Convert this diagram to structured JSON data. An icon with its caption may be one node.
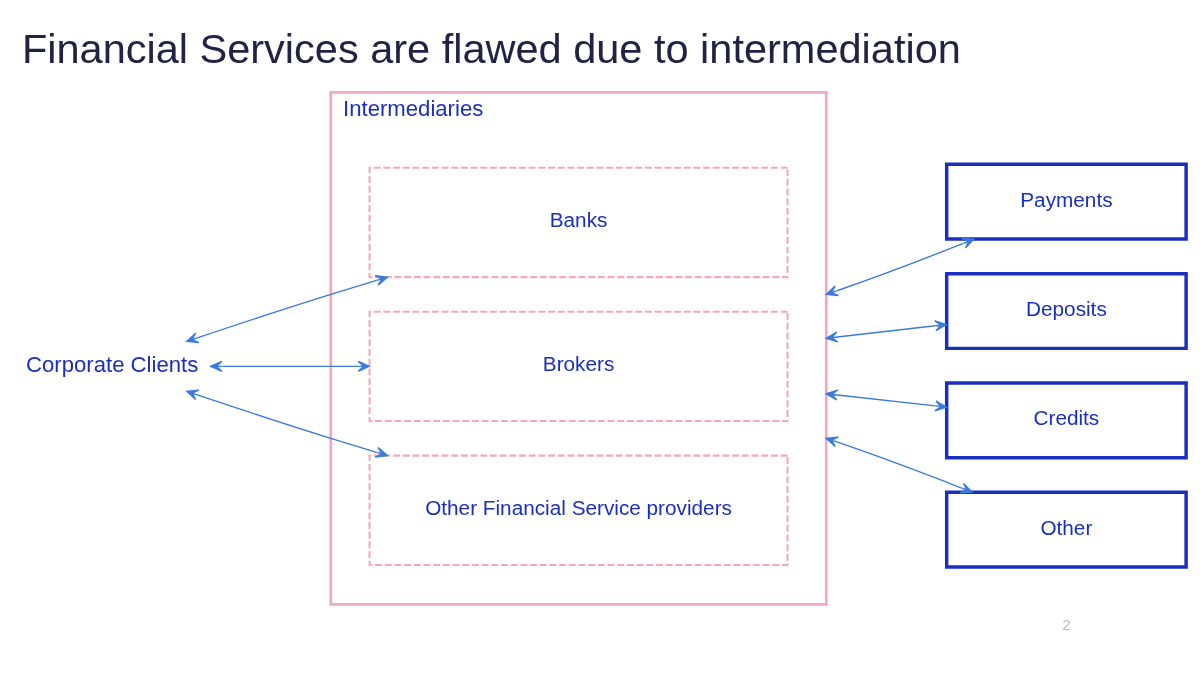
{
  "diagram": {
    "title": "Financial Services are flawed due to intermediation",
    "nodes": [
      {
        "text": [
          "Corporate Clients"
        ]
      },
      {
        "text": [
          "Intermediaries"
        ]
      },
      {
        "text": [
          "Banks"
        ],
        "in": 1
      },
      {
        "text": [
          "Brokers"
        ],
        "in": 1
      },
      {
        "text": [
          "Other Financial Service providers"
        ],
        "in": 1
      },
      {
        "text": [
          "Payments"
        ]
      },
      {
        "text": [
          "Deposits"
        ]
      },
      {
        "text": [
          "Credits"
        ]
      },
      {
        "text": [
          "Other"
        ]
      }
    ],
    "edges": [
      {
        "from": 0,
        "to": 2,
        "arrow": "both"
      },
      {
        "from": 0,
        "to": 3,
        "arrow": "both"
      },
      {
        "from": 0,
        "to": 4,
        "arrow": "both"
      },
      {
        "from": 1,
        "to": 5,
        "arrow": "both"
      },
      {
        "from": 1,
        "to": 6,
        "arrow": "both"
      },
      {
        "from": 1,
        "to": 7,
        "arrow": "both"
      },
      {
        "from": 1,
        "to": 8,
        "arrow": "both"
      }
    ],
    "labels": [
      "2"
    ]
  }
}
